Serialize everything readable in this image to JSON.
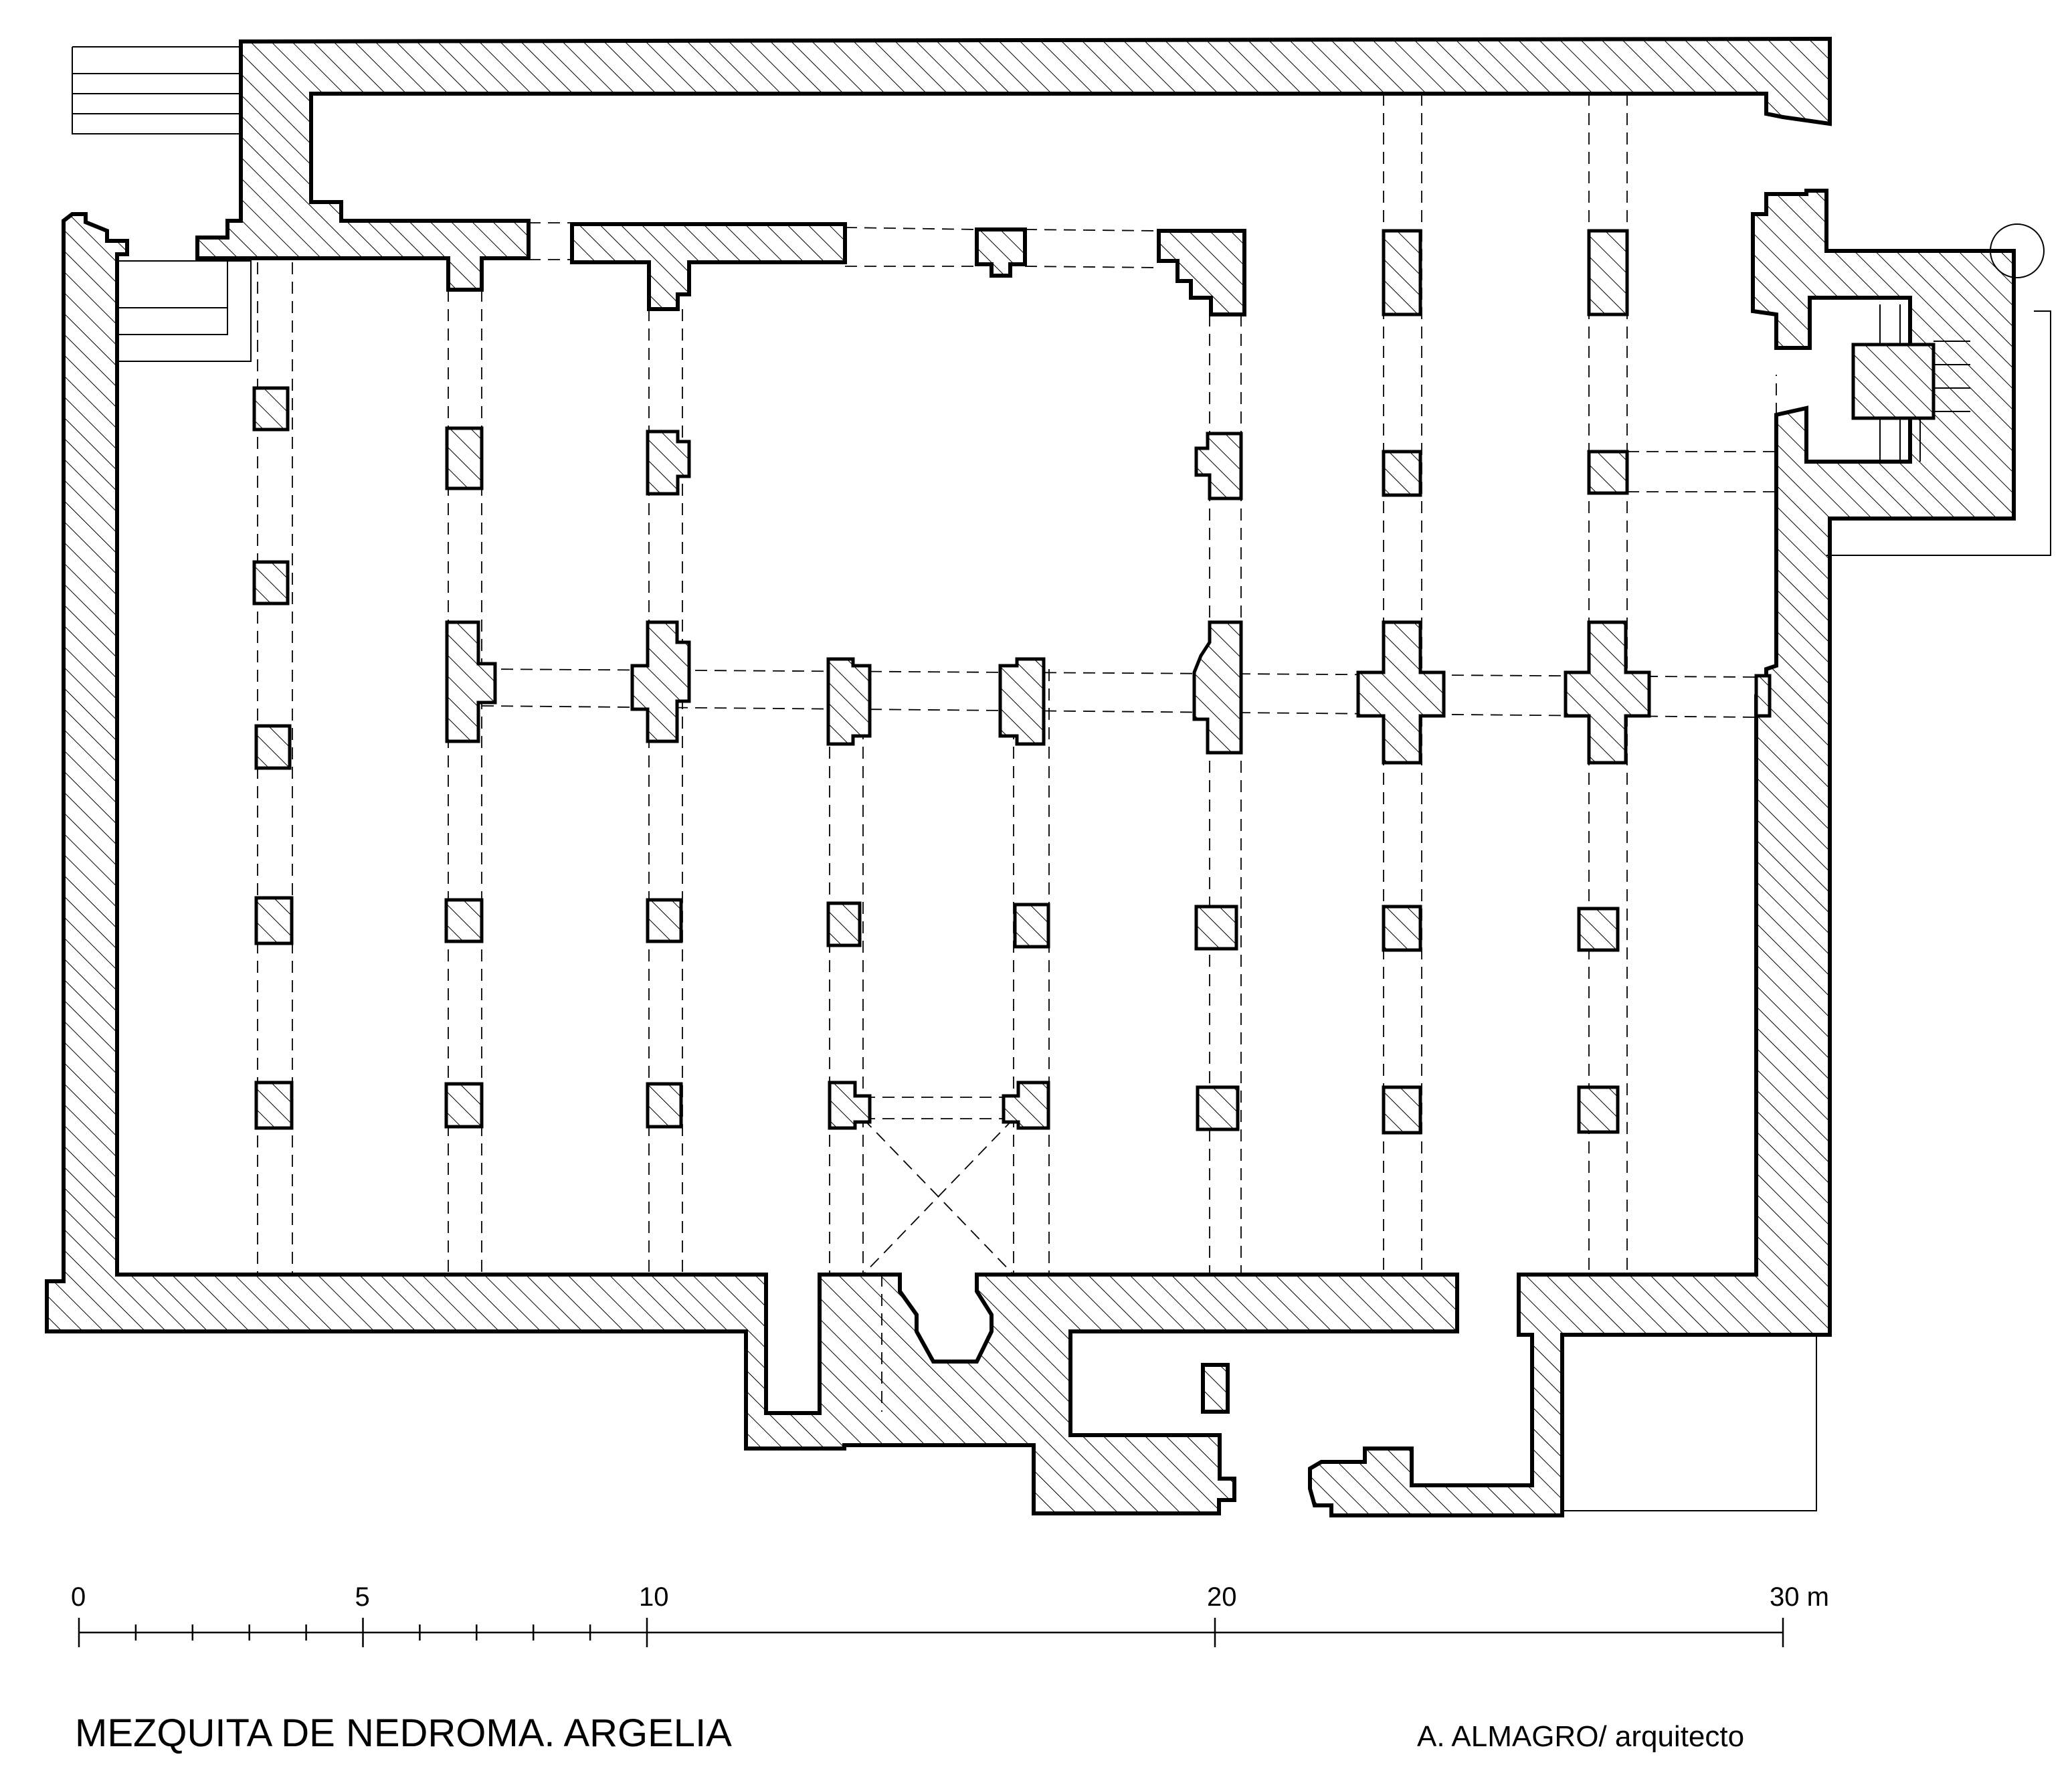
{
  "title": "MEZQUITA DE NEDROMA. ARGELIA",
  "author": "A. ALMAGRO/ arquitecto",
  "scale": {
    "labels": [
      "0",
      "5",
      "10",
      "20",
      "30 m"
    ],
    "values": [
      0,
      5,
      10,
      20,
      30
    ]
  }
}
